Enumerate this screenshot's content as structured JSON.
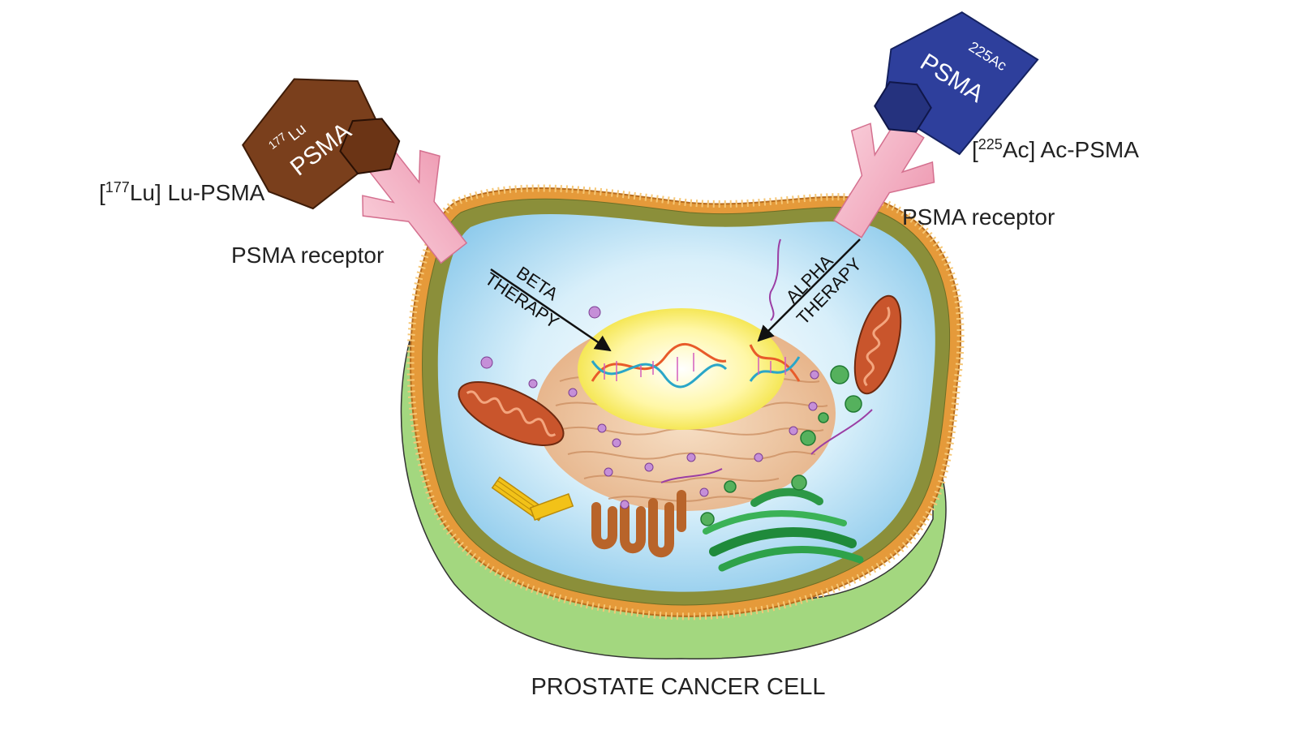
{
  "left_agent": {
    "isotope_mass": "177",
    "isotope_symbol": "Lu",
    "badge_text": "PSMA",
    "label_mass": "177",
    "label_prefix": "[",
    "label_suffix": "Lu] Lu-PSMA",
    "receptor_label": "PSMA receptor",
    "color": "#7a3f1c"
  },
  "right_agent": {
    "isotope_label": "225Ac",
    "badge_text": "PSMA",
    "label_mass": "225",
    "label_prefix": "[",
    "label_suffix": "Ac] Ac-PSMA",
    "receptor_label": "PSMA receptor",
    "color": "#2e3f9c"
  },
  "therapies": {
    "beta_line1": "BETA",
    "beta_line2": "THERAPY",
    "alpha_line1": "ALPHA",
    "alpha_line2": "THERAPY"
  },
  "caption": "PROSTATE CANCER CELL",
  "colors": {
    "receptor": "#f4b3c6",
    "membrane": "#e59a3a",
    "cytoplasm": "#bfe3f5",
    "extracellular": "#a3d77f",
    "nucleus": "#fff27a"
  }
}
